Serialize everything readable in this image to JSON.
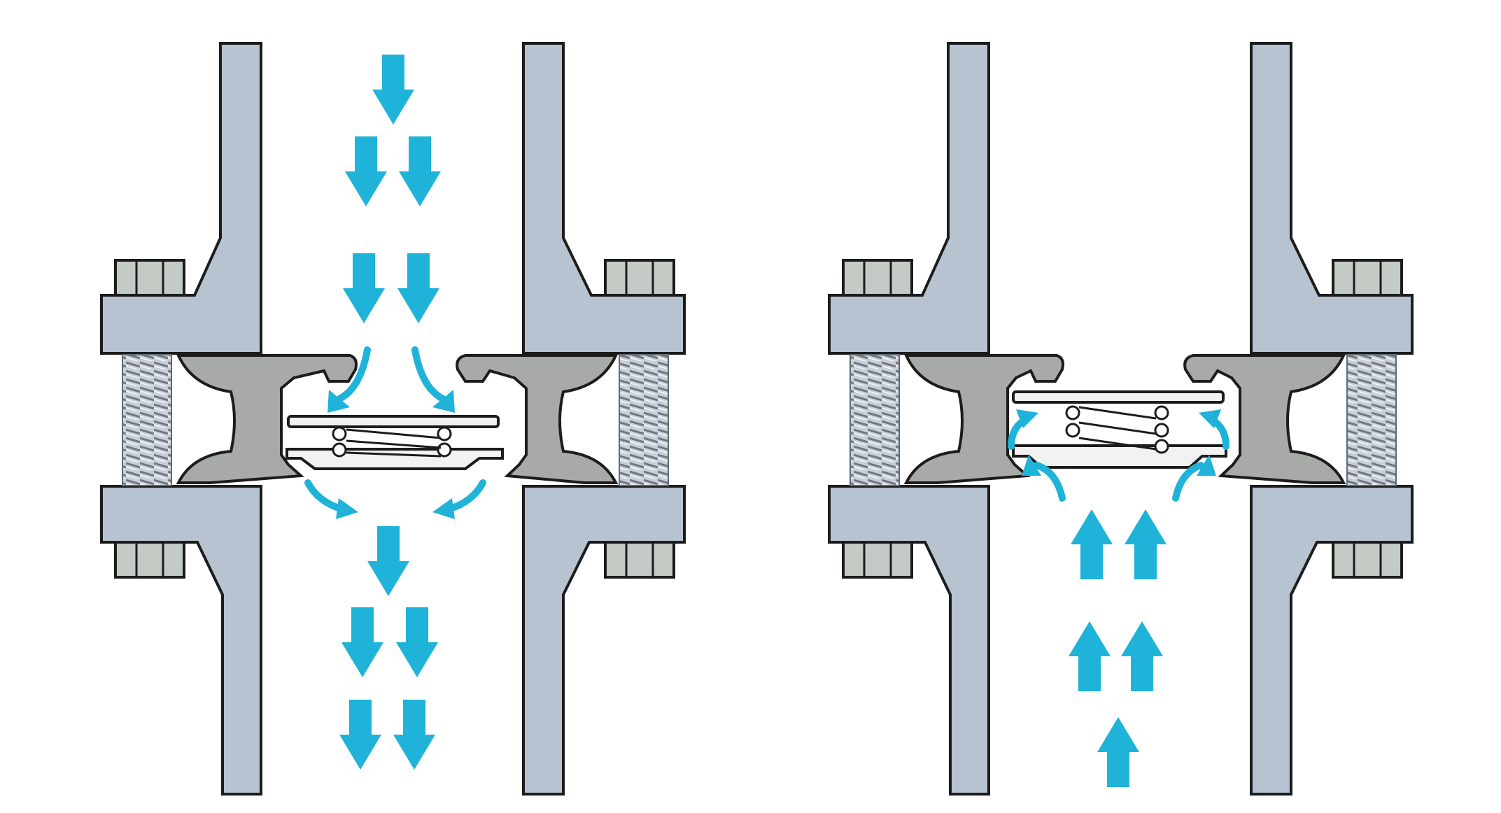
{
  "diagram": {
    "panels": [
      {
        "id": "left",
        "valve_state": "open",
        "flow_direction": "down"
      },
      {
        "id": "right",
        "valve_state": "closed",
        "flow_direction": "up"
      }
    ],
    "colors": {
      "pipe": "#b7c3d1",
      "flow_arrow": "#1fb3d9",
      "valve_body": "#a7aaa6",
      "bolt": "#c3cbc4",
      "outline": "#1c1c1c",
      "background": "#ffffff"
    },
    "icons": [
      "down-arrow-icon",
      "up-arrow-icon",
      "curved-arrow-icon",
      "spring-icon",
      "bolt-icon",
      "nut-icon"
    ]
  }
}
